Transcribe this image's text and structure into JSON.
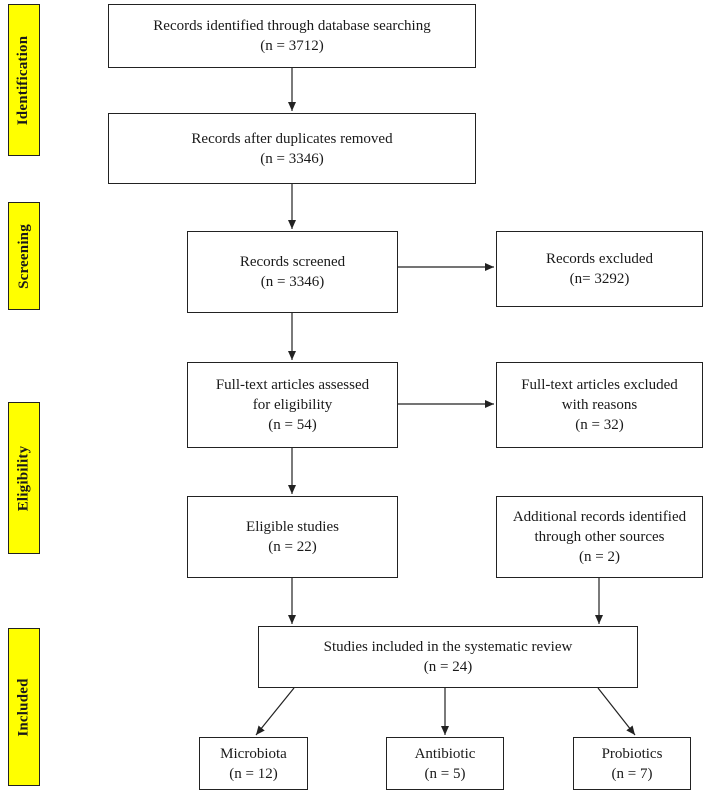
{
  "stages": {
    "identification": "Identification",
    "screening": "Screening",
    "eligibility": "Eligibility",
    "included": "Included"
  },
  "boxes": {
    "identified": {
      "line1": "Records identified through database searching",
      "line2": "(n = 3712)"
    },
    "deduplicated": {
      "line1": "Records after duplicates removed",
      "line2": "(n = 3346)"
    },
    "screened": {
      "line1": "Records screened",
      "line2": "(n = 3346)"
    },
    "excluded": {
      "line1": "Records excluded",
      "line2": "(n= 3292)"
    },
    "fulltext": {
      "line1": "Full-text articles assessed",
      "line2": "for eligibility",
      "line3": "(n = 54)"
    },
    "fulltext_excluded": {
      "line1": "Full-text articles excluded",
      "line2": "with reasons",
      "line3": "(n = 32)"
    },
    "eligible": {
      "line1": "Eligible studies",
      "line2": "(n = 22)"
    },
    "additional": {
      "line1": "Additional records identified",
      "line2": "through other sources",
      "line3": "(n = 2)"
    },
    "included": {
      "line1": "Studies included in the systematic review",
      "line2": "(n = 24)"
    },
    "microbiota": {
      "line1": "Microbiota",
      "line2": "(n = 12)"
    },
    "antibiotic": {
      "line1": "Antibiotic",
      "line2": "(n = 5)"
    },
    "probiotics": {
      "line1": "Probiotics",
      "line2": "(n = 7)"
    }
  }
}
